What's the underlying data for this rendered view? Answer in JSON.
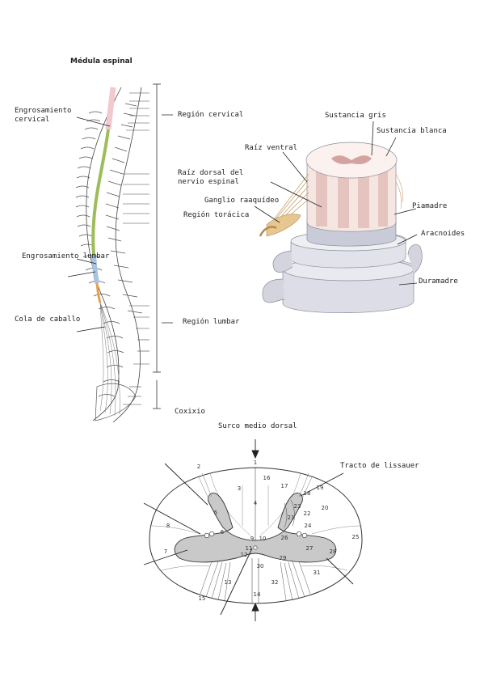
{
  "spine": {
    "title": "Médula espinal",
    "labels": {
      "cervical_enlargement": "Engrosamiento\ncervical",
      "cervical_region": "Región cervical",
      "dorsal_root": "Raíz dorsal del\nnervio espinal",
      "thoracic_region": "Región torácica",
      "lumbar_enlargement": "Engrosamiento lumbar",
      "cauda_equina": "Cola de caballo",
      "lumbar_region": "Región lumbar",
      "coccyx": "Coxixio"
    }
  },
  "cord_3d": {
    "labels": {
      "gray_matter": "Sustancia gris",
      "white_matter": "Sustancia blanca",
      "ventral_root": "Raíz ventral",
      "ganglion": "Ganglio raaquídeo",
      "pia_mater": "Piamadre",
      "arachnoid": "Aracnoides",
      "dura_mater": "Duramadre"
    }
  },
  "cross_section": {
    "labels": {
      "dorsal_median_sulcus": "Surco medio dorsal",
      "lissauer_tract": "Tracto de lissauer"
    },
    "numbers": [
      "1",
      "2",
      "3",
      "4",
      "5",
      "6",
      "7",
      "8",
      "9",
      "10",
      "11",
      "12",
      "13",
      "14",
      "15",
      "16",
      "17",
      "18",
      "19",
      "20",
      "21",
      "22",
      "23",
      "24",
      "25",
      "26",
      "27",
      "28",
      "29",
      "30",
      "31",
      "32"
    ]
  },
  "colors": {
    "cervical_segment": "#f1c9cf",
    "thoracic_segment": "#9dbd5a",
    "lumbar_segment": "#a8c4e0",
    "sacral_segment": "#e7a04a",
    "gray_matter": "#c9c9c9",
    "white_matter_fill": "#f5e6e2",
    "meninges": "#dcdde6"
  }
}
